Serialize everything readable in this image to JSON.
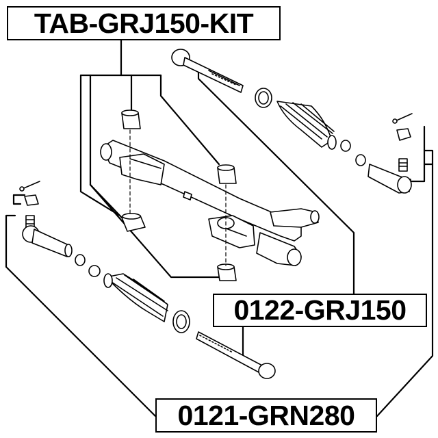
{
  "labels": {
    "kit": "TAB-GRJ150-KIT",
    "rack_end": "0122-GRJ150",
    "tie_rod_end": "0121-GRN280"
  },
  "colors": {
    "line": "#000000",
    "fill": "#ffffff"
  }
}
